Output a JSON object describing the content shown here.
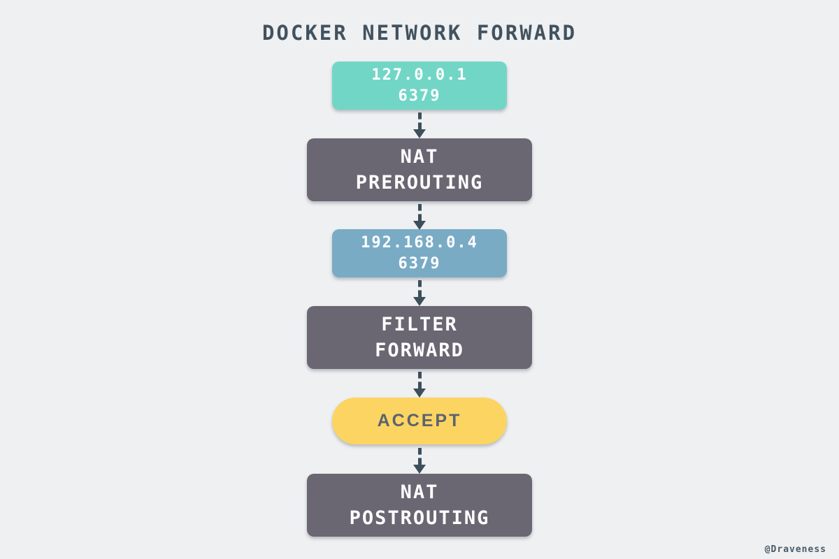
{
  "title": "DOCKER NETWORK FORWARD",
  "watermark": "@Draveness",
  "colors": {
    "background": "#eef0f2",
    "endpoint_source": "#72d6c6",
    "endpoint_destination": "#7aabc5",
    "chain_box": "#6a6672",
    "accept_pill": "#fcd462",
    "arrow": "#3d4f5b",
    "title_text": "#42525e",
    "box_text": "#ffffff",
    "accept_text": "#5b6370"
  },
  "flow": {
    "nodes": [
      {
        "id": "source-endpoint",
        "type": "endpoint",
        "line1": "127.0.0.1",
        "line2": "6379"
      },
      {
        "id": "nat-prerouting",
        "type": "chain",
        "line1": "NAT",
        "line2": "PREROUTING"
      },
      {
        "id": "container-endpoint",
        "type": "endpoint",
        "line1": "192.168.0.4",
        "line2": "6379"
      },
      {
        "id": "filter-forward",
        "type": "chain",
        "line1": "FILTER",
        "line2": "FORWARD"
      },
      {
        "id": "accept-action",
        "type": "action",
        "line1": "ACCEPT"
      },
      {
        "id": "nat-postrouting",
        "type": "chain",
        "line1": "NAT",
        "line2": "POSTROUTING"
      }
    ]
  }
}
